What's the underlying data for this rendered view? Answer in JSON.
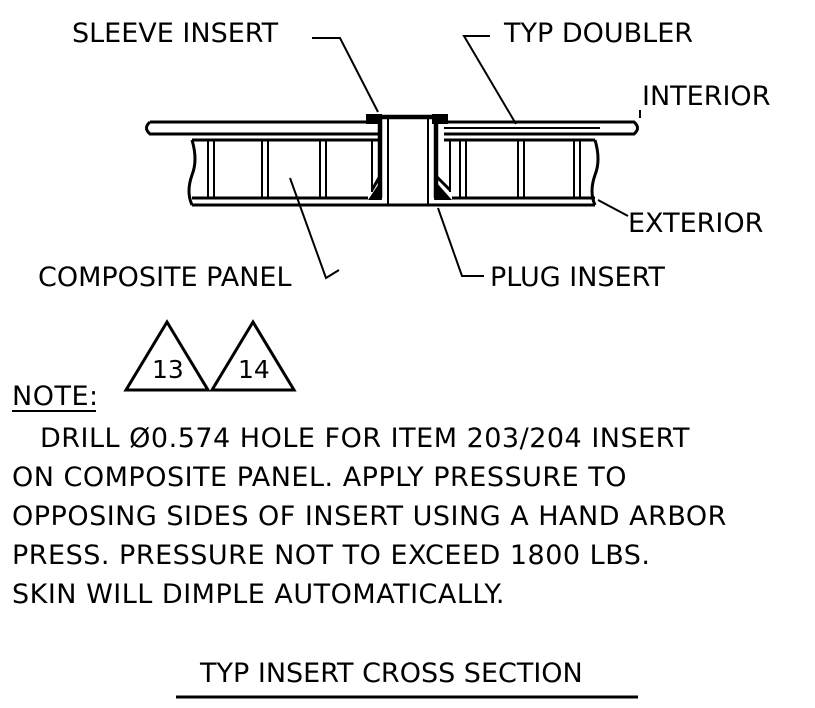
{
  "labels": {
    "sleeve_insert": "SLEEVE INSERT",
    "typ_doubler": "TYP DOUBLER",
    "interior": "INTERIOR",
    "exterior": "EXTERIOR",
    "composite_panel": "COMPOSITE PANEL",
    "plug_insert": "PLUG INSERT"
  },
  "flags": [
    "13",
    "14"
  ],
  "note": {
    "heading": "NOTE:",
    "lines": [
      "DRILL Ø0.574 HOLE FOR ITEM 203/204 INSERT",
      "ON COMPOSITE PANEL.  APPLY PRESSURE TO",
      "OPPOSING SIDES OF INSERT USING A HAND ARBOR",
      "PRESS.  PRESSURE NOT TO EXCEED 1800 LBS.",
      "SKIN WILL DIMPLE AUTOMATICALLY."
    ]
  },
  "title": "TYP INSERT CROSS SECTION"
}
